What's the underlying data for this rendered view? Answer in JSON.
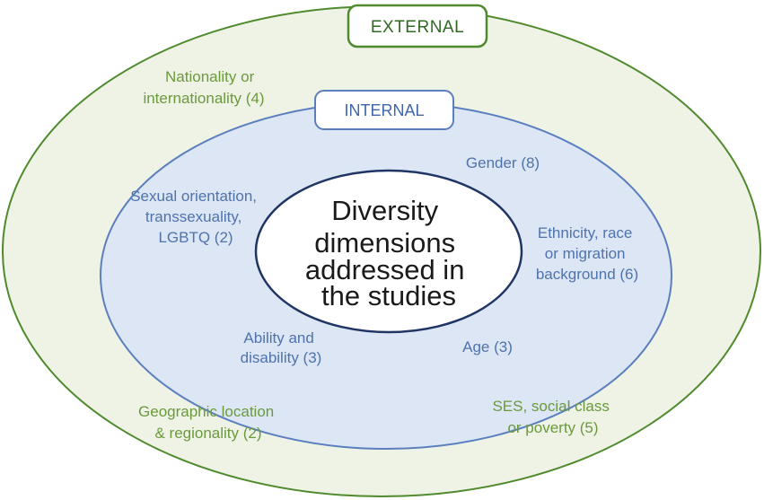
{
  "colors": {
    "outer_ellipse_fill": "#eef3e6",
    "outer_ellipse_stroke": "#4f8a2d",
    "inner_ellipse_fill": "#dce6f4",
    "inner_ellipse_stroke": "#5b7fbe",
    "core_fill": "#ffffff",
    "core_stroke": "#1f3563",
    "external_text": "#6b9a3c",
    "internal_text": "#4f73ad"
  },
  "labels": {
    "external": "EXTERNAL",
    "internal": "INTERNAL"
  },
  "core": {
    "lines": [
      "Diversity",
      "dimensions",
      "addressed in",
      "the studies"
    ]
  },
  "external_items": [
    {
      "lines": [
        "Nationality or",
        "internationality (4)"
      ]
    },
    {
      "lines": [
        "Geographic location",
        "& regionality (2)"
      ]
    },
    {
      "lines": [
        "SES, social class",
        "or poverty (5)"
      ]
    }
  ],
  "internal_items": [
    {
      "lines": [
        "Gender (8)"
      ]
    },
    {
      "lines": [
        "Sexual orientation,",
        "transsexuality,",
        "LGBTQ (2)"
      ]
    },
    {
      "lines": [
        "Ethnicity, race",
        "or migration",
        "background (6)"
      ]
    },
    {
      "lines": [
        "Ability and",
        "disability (3)"
      ]
    },
    {
      "lines": [
        "Age (3)"
      ]
    }
  ]
}
